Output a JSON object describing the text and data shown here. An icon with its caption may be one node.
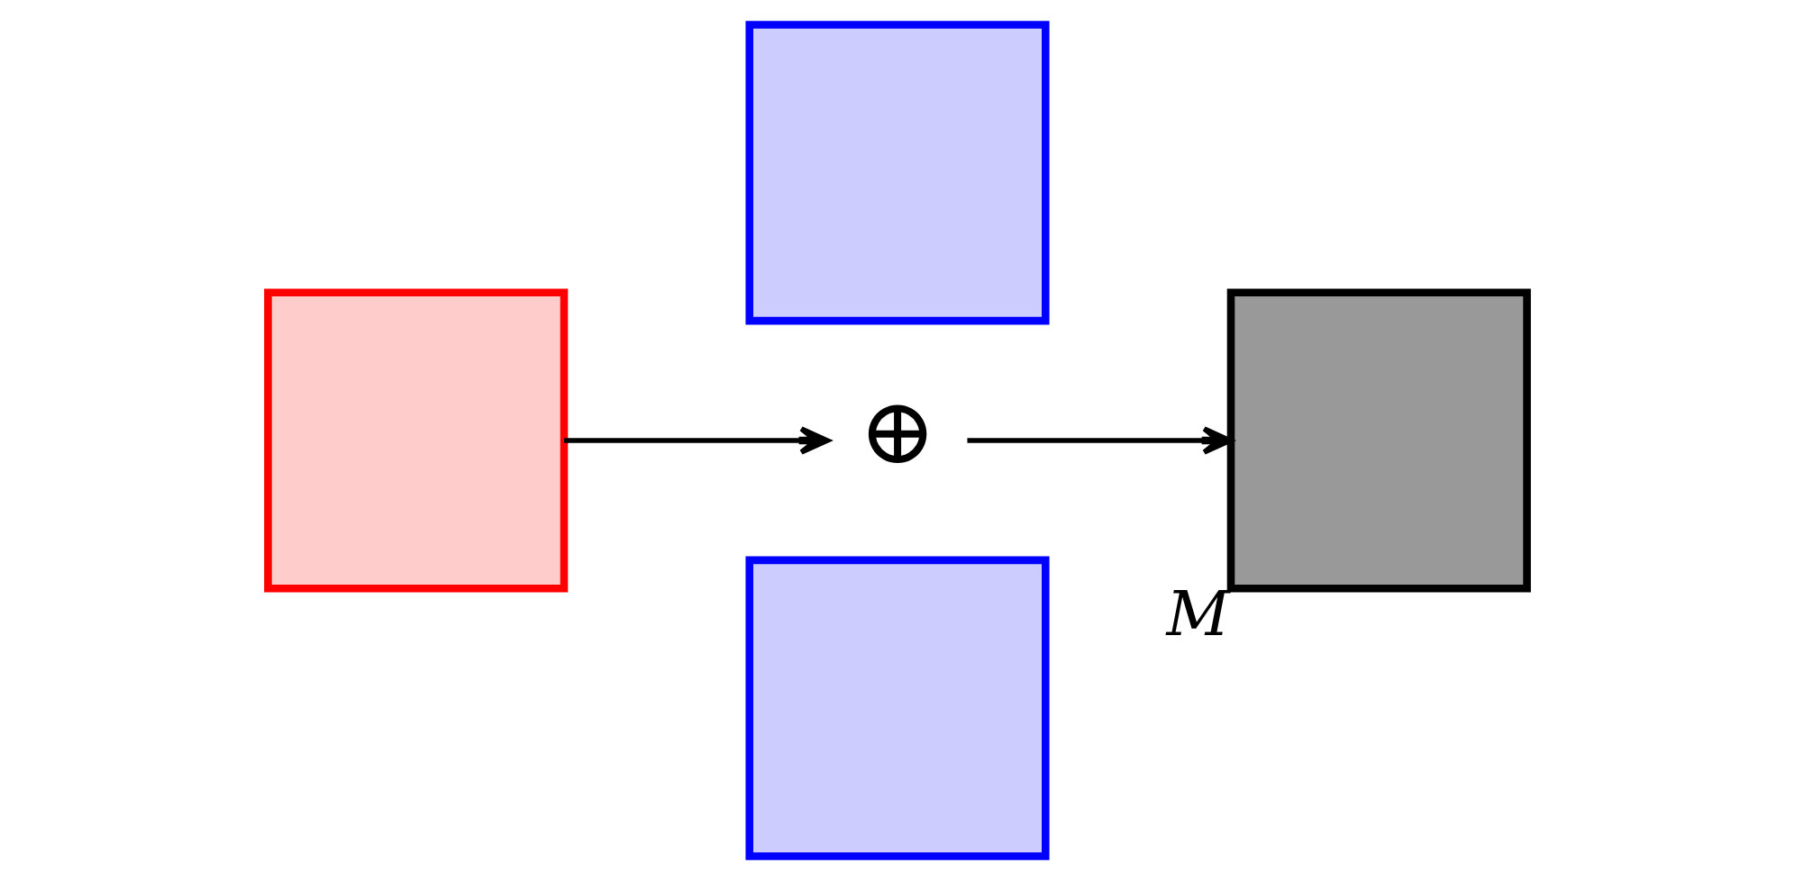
{
  "diagram": {
    "nodes": [
      {
        "text": [],
        "shape": "box"
      },
      {
        "text": [],
        "shape": "box"
      },
      {
        "text": [
          "⊕"
        ]
      },
      {
        "text": [],
        "shape": "box"
      },
      {
        "text": [],
        "shape": "box",
        "beside": [
          "M"
        ]
      }
    ],
    "edges": [
      {
        "from": 0,
        "to": 2,
        "arrow": "to"
      },
      {
        "from": 2,
        "to": 4,
        "arrow": "to"
      }
    ]
  }
}
